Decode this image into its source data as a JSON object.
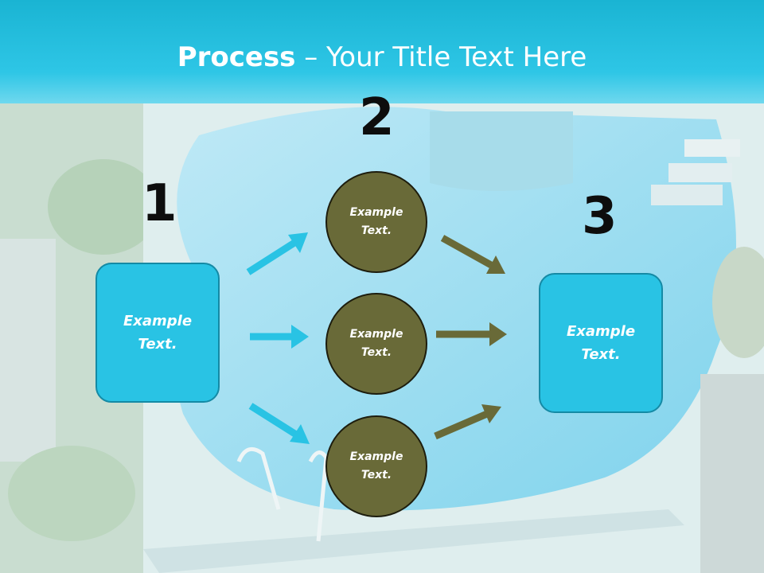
{
  "title": {
    "bold": "Process",
    "rest": " – Your Title Text Here"
  },
  "steps": {
    "one": "1",
    "two": "2",
    "three": "3"
  },
  "left_box": "Example\nText.",
  "right_box": "Example\nText.",
  "circles": [
    "Example\nText.",
    "Example\nText.",
    "Example\nText."
  ],
  "colors": {
    "cyan": "#29c3e4",
    "olive": "#696a38",
    "title_bar": "#1ab4d3"
  },
  "background": "pool-photo"
}
